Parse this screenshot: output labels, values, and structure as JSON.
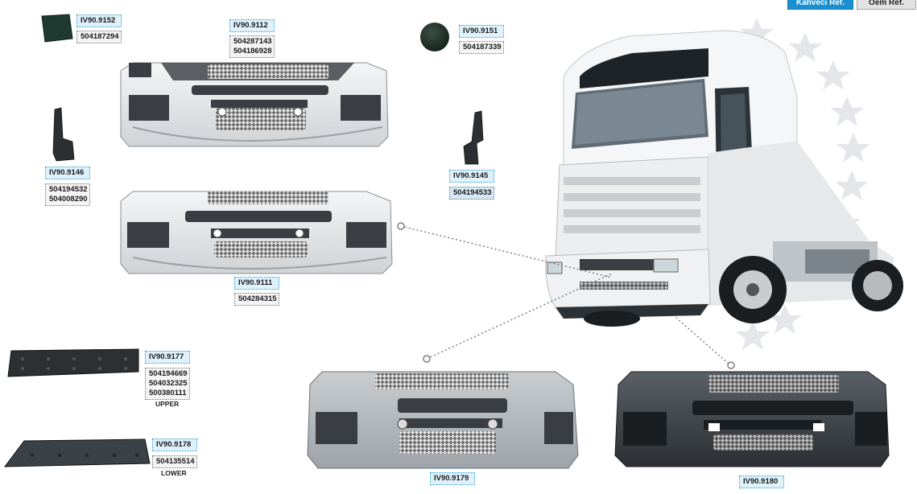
{
  "legend": {
    "ref_label": "Kahveci Ref.",
    "oem_label": "Oem Ref."
  },
  "parts": {
    "p9152": {
      "ref": "IV90.9152",
      "oem": [
        "504187294"
      ]
    },
    "p9112": {
      "ref": "IV90.9112",
      "oem": [
        "504287143",
        "504186928"
      ]
    },
    "p9151": {
      "ref": "IV90.9151",
      "oem": [
        "504187339"
      ]
    },
    "p9146": {
      "ref": "IV90.9146",
      "oem": [
        "504194532",
        "504008290"
      ]
    },
    "p9145": {
      "ref": "IV90.9145",
      "oem": [
        "504194533"
      ]
    },
    "p9111": {
      "ref": "IV90.9111",
      "oem": [
        "504284315"
      ]
    },
    "p9177": {
      "ref": "IV90.9177",
      "oem": [
        "504194669",
        "504032325",
        "500380111"
      ],
      "note": "UPPER"
    },
    "p9178": {
      "ref": "IV90.9178",
      "oem": [
        "504135514"
      ],
      "note": "LOWER"
    },
    "p9179": {
      "ref": "IV90.9179"
    },
    "p9180": {
      "ref": "IV90.9180"
    }
  },
  "colors": {
    "ref_border": "#2ea0d6",
    "ref_bg": "#dff1fb",
    "legend_ref": "#1b8fd0",
    "bumper_light": "#e6e8ea",
    "bumper_dark": "#3e4347"
  }
}
